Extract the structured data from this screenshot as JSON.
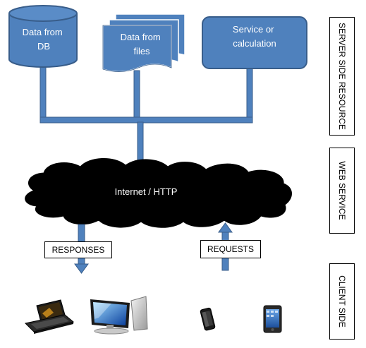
{
  "colors": {
    "shape_fill": "#4f81bd",
    "shape_stroke": "#385d8a",
    "connector": "#4f81bd",
    "cloud": "#000000",
    "cloud_text": "#ffffff"
  },
  "resources": {
    "db": "Data from\nDB",
    "files": "Data from\nfiles",
    "service": "Service or\ncalculation"
  },
  "cloud_label": "Internet / HTTP",
  "responses_label": "RESPONSES",
  "requests_label": "REQUESTS",
  "side_labels": {
    "server": "SERVER SIDE RESOURCE",
    "web": "WEB SERVICE",
    "client": "CLIENT SIDE"
  },
  "devices": [
    "laptop-icon",
    "desktop-monitor-icon",
    "smartphone-icon",
    "tablet-phone-icon"
  ]
}
